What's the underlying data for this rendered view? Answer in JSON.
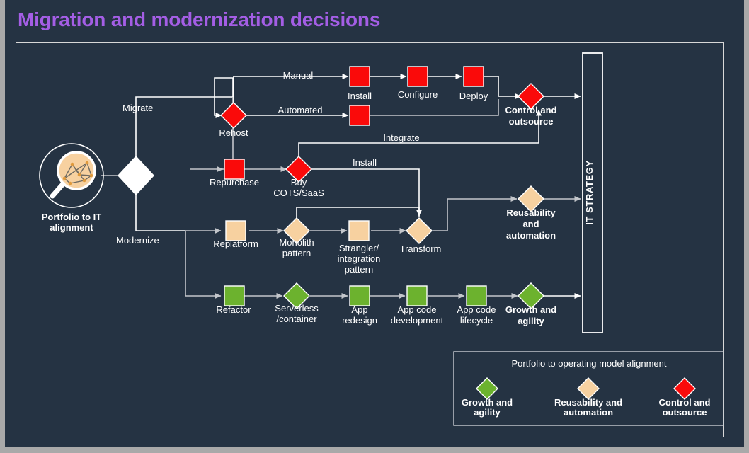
{
  "page": {
    "title": "Migration and modernization decisions",
    "title_color": "#a45ee5",
    "background": "#253343",
    "outer_border_color": "#a9a9a9"
  },
  "colors": {
    "red": "#fa0a0a",
    "orange": "#f7d1a0",
    "green": "#6cb22e",
    "white": "#ffffff",
    "edge": "#c3c6cb"
  },
  "start": {
    "icon": "magnifier-network-icon",
    "label_line1": "Portfolio to IT",
    "label_line2": "alignment"
  },
  "decision": {
    "branch_up": "Migrate",
    "branch_down": "Modernize"
  },
  "nodes": {
    "rehost": "Rehost",
    "manual": "Manual",
    "automated": "Automated",
    "install1": "Install",
    "configure": "Configure",
    "deploy": "Deploy",
    "repurchase": "Repurchase",
    "buy_cots_line1": "Buy",
    "buy_cots_line2": "COTS/SaaS",
    "integrate": "Integrate",
    "install2": "Install",
    "replatform": "Replatform",
    "monolith_line1": "Monolith",
    "monolith_line2": "pattern",
    "strangler_line1": "Strangler/",
    "strangler_line2": "integration",
    "strangler_line3": "pattern",
    "transform": "Transform",
    "refactor": "Refactor",
    "serverless_line1": "Serverless",
    "serverless_line2": "/container",
    "app_redesign_line1": "App",
    "app_redesign_line2": "redesign",
    "app_code_dev_line1": "App code",
    "app_code_dev_line2": "development",
    "app_code_lifecycle_line1": "App code",
    "app_code_lifecycle_line2": "lifecycle"
  },
  "outcomes": {
    "control_line1": "Control and",
    "control_line2": "outsource",
    "reuse_line1": "Reusability",
    "reuse_line2": "and",
    "reuse_line3": "automation",
    "growth_line1": "Growth and",
    "growth_line2": "agility"
  },
  "strategy": {
    "label": "IT STRATEGY"
  },
  "legend": {
    "title": "Portfolio to operating model alignment",
    "items": [
      {
        "shape": "diamond",
        "color": "#6cb22e",
        "line1": "Growth and",
        "line2": "agility"
      },
      {
        "shape": "diamond",
        "color": "#f7d1a0",
        "line1": "Reusability and",
        "line2": "automation"
      },
      {
        "shape": "diamond",
        "color": "#fa0a0a",
        "line1": "Control and",
        "line2": "outsource"
      }
    ]
  }
}
